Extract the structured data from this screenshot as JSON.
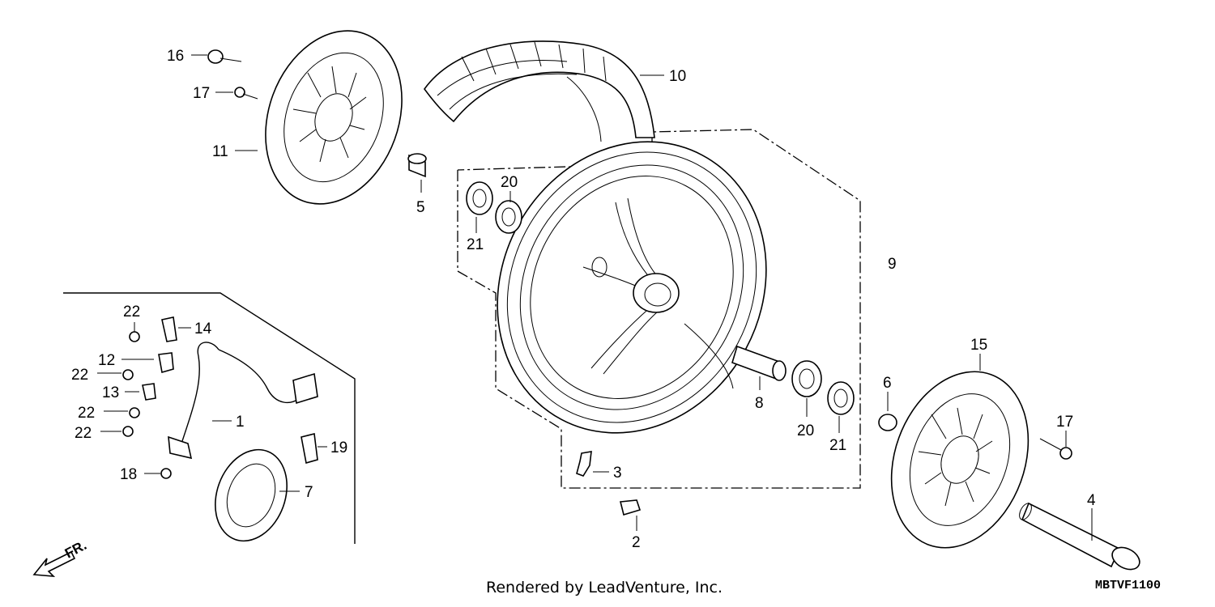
{
  "callouts": {
    "c1": "1",
    "c2": "2",
    "c3": "3",
    "c4": "4",
    "c5": "5",
    "c6": "6",
    "c7": "7",
    "c8": "8",
    "c9": "9",
    "c10": "10",
    "c11": "11",
    "c12": "12",
    "c13": "13",
    "c14": "14",
    "c15": "15",
    "c16": "16",
    "c17a": "17",
    "c17b": "17",
    "c18": "18",
    "c19": "19",
    "c20a": "20",
    "c20b": "20",
    "c21a": "21",
    "c21b": "21",
    "c22a": "22",
    "c22b": "22",
    "c22c": "22",
    "c22d": "22"
  },
  "direction_label": "FR.",
  "credit": "Rendered by LeadVenture, Inc.",
  "diagram_code": "MBTVF1100"
}
